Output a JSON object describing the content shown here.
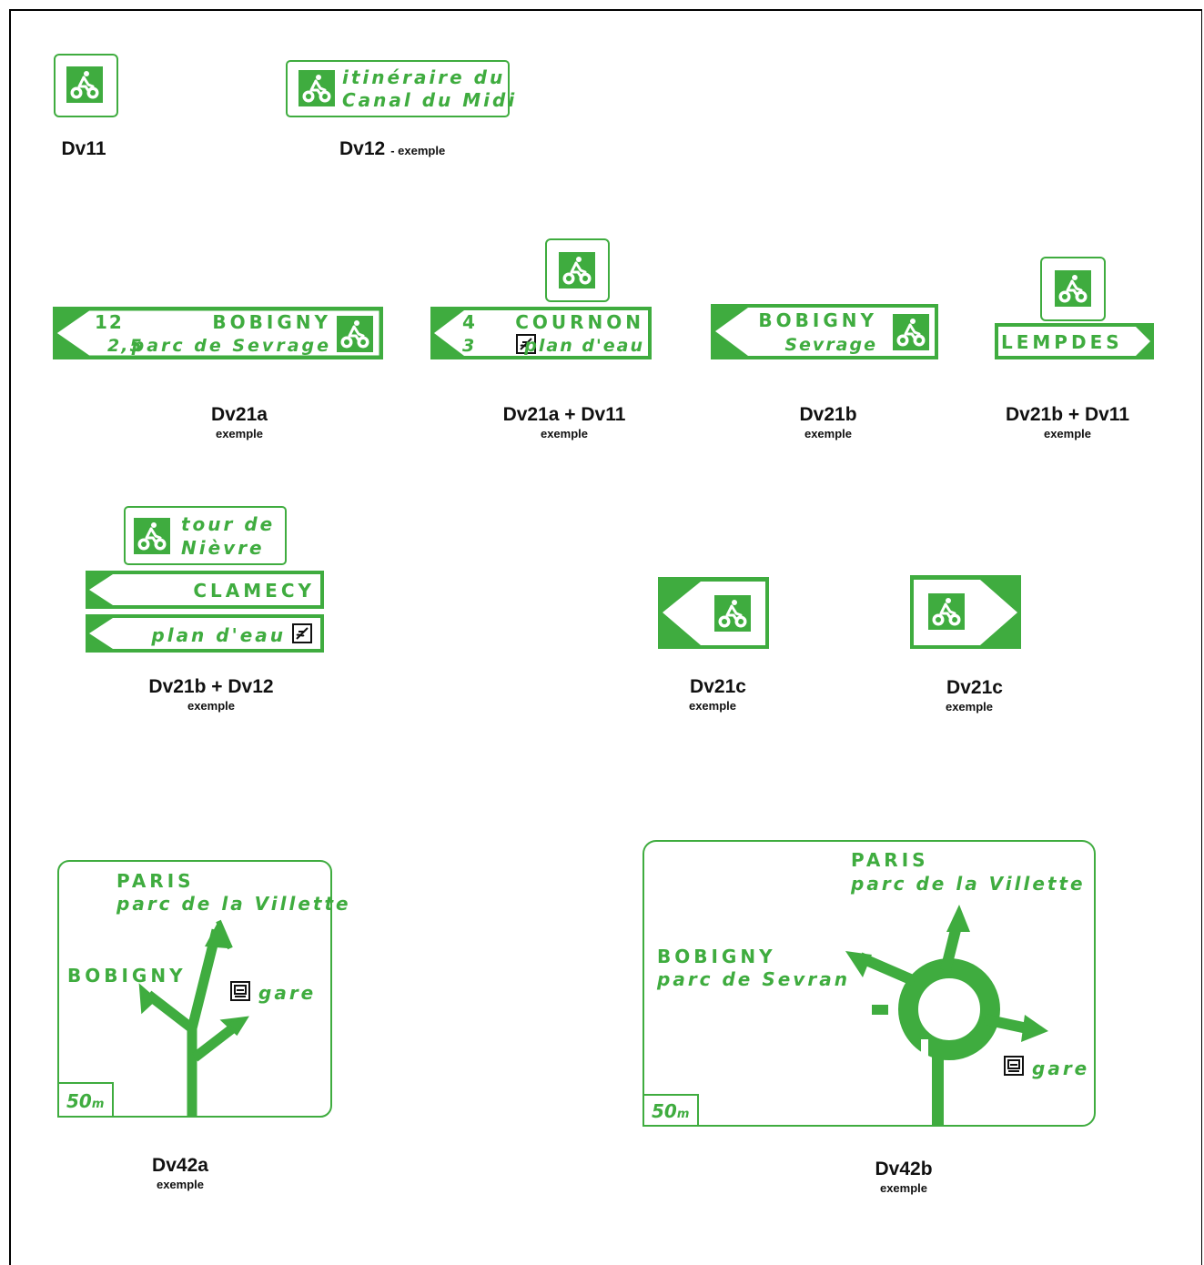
{
  "colors": {
    "sign_green": "#3fac3f",
    "sign_bg": "#ffffff",
    "caption": "#111111"
  },
  "icons": {
    "bicycle": "bicycle-icon",
    "water": "water-plane-icon",
    "train": "train-station-icon"
  },
  "signs": {
    "dv11": {
      "code": "Dv11"
    },
    "dv12": {
      "code": "Dv12",
      "suffix": "- exemple",
      "line1": "itinéraire du",
      "line2": "Canal du Midi"
    },
    "dv21a": {
      "code": "Dv21a",
      "sub": "exemple",
      "dist1": "12",
      "dest1": "BOBIGNY",
      "dist2": "2,5",
      "dest2": "parc de Sevrage"
    },
    "dv21a_dv11": {
      "code": "Dv21a + Dv11",
      "sub": "exemple",
      "dist1": "4",
      "dest1": "COURNON",
      "dist2": "3",
      "dest2": "plan d'eau"
    },
    "dv21b": {
      "code": "Dv21b",
      "sub": "exemple",
      "dest1": "BOBIGNY",
      "dest2": "Sevrage"
    },
    "dv21b_dv11": {
      "code": "Dv21b + Dv11",
      "sub": "exemple",
      "dest1": "LEMPDES"
    },
    "dv21b_dv12": {
      "code": "Dv21b + Dv12",
      "sub": "exemple",
      "line1": "tour de",
      "line2": "Nièvre",
      "dest1": "CLAMECY",
      "dest2": "plan d'eau"
    },
    "dv21c_left": {
      "code": "Dv21c",
      "sub": "exemple"
    },
    "dv21c_right": {
      "code": "Dv21c",
      "sub": "exemple"
    },
    "dv42a": {
      "code": "Dv42a",
      "sub": "exemple",
      "dest_top1": "PARIS",
      "dest_top2": "parc de la Villette",
      "dest_left": "BOBIGNY",
      "dest_right": "gare",
      "distance": "50",
      "unit": "m"
    },
    "dv42b": {
      "code": "Dv42b",
      "sub": "exemple",
      "dest_top1": "PARIS",
      "dest_top2": "parc de la Villette",
      "dest_left1": "BOBIGNY",
      "dest_left2": "parc de Sevran",
      "dest_right": "gare",
      "distance": "50",
      "unit": "m"
    }
  }
}
